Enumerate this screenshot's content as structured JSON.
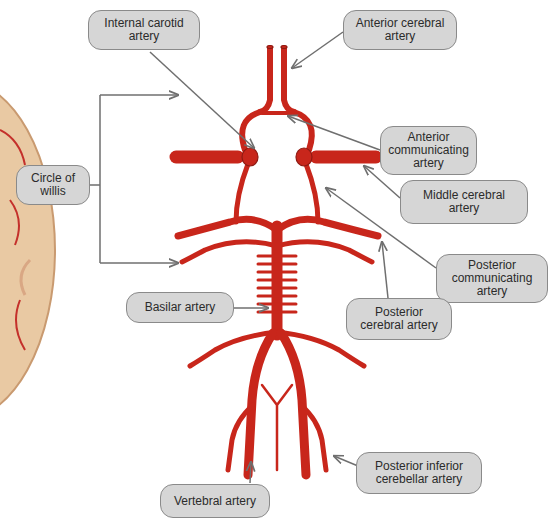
{
  "diagram": {
    "nodes": [
      {
        "text": [
          "Internal carotid artery"
        ]
      },
      {
        "text": [
          "Anterior cerebral artery"
        ]
      },
      {
        "text": [
          "Anterior communicating artery"
        ]
      },
      {
        "text": [
          "Circle of willis"
        ]
      },
      {
        "text": [
          "Middle cerebral artery"
        ]
      },
      {
        "text": [
          "Posterior communicating artery"
        ]
      },
      {
        "text": [
          "Basilar artery"
        ]
      },
      {
        "text": [
          "Posterior cerebral artery"
        ]
      },
      {
        "text": [
          "Posterior inferior cerebellar artery"
        ]
      },
      {
        "text": [
          "Vertebral artery"
        ]
      }
    ]
  }
}
